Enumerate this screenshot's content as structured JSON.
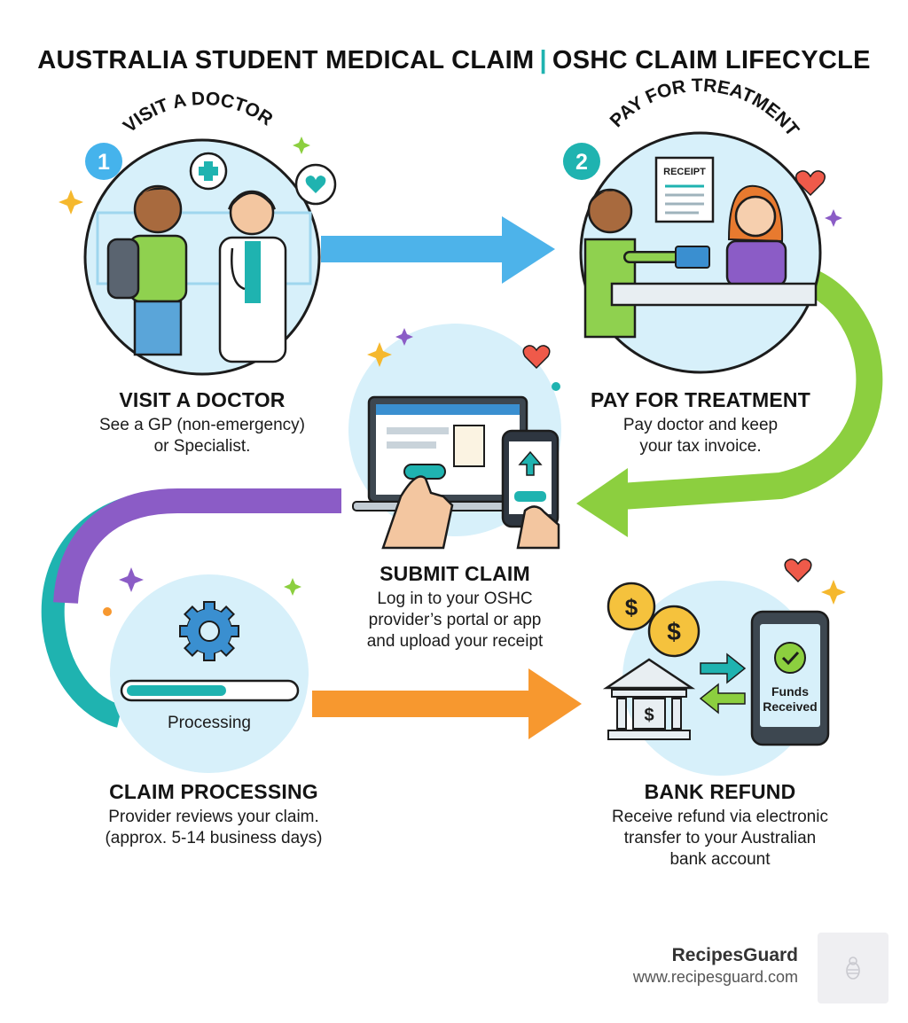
{
  "title": {
    "left": "AUSTRALIA STUDENT MEDICAL CLAIM",
    "separator": "|",
    "right": "OSHC CLAIM LIFECYCLE"
  },
  "steps": [
    {
      "number": "1",
      "arc_label": "VISIT A DOCTOR",
      "title": "VISIT A DOCTOR",
      "desc_lines": [
        "See a GP (non-emergency)",
        "or Specialist."
      ]
    },
    {
      "number": "2",
      "arc_label": "PAY FOR TREATMENT",
      "title": "PAY FOR TREATMENT",
      "desc_lines": [
        "Pay doctor and keep",
        "your tax invoice."
      ],
      "receipt_label": "RECEIPT"
    },
    {
      "title": "SUBMIT CLAIM",
      "desc_lines": [
        "Log in to your OSHC",
        "provider’s portal or app",
        "and upload your receipt"
      ]
    },
    {
      "title": "CLAIM PROCESSING",
      "desc_lines": [
        "Provider reviews your claim.",
        "(approx. 5-14 business days)"
      ],
      "progress_label": "Processing",
      "progress": 0.6
    },
    {
      "title": "BANK REFUND",
      "desc_lines": [
        "Receive refund via electronic",
        "transfer to your Australian",
        "bank account"
      ],
      "phone_label_lines": [
        "Funds",
        "Received"
      ]
    }
  ],
  "brand": {
    "name": "RecipesGuard",
    "url": "www.recipesguard.com"
  },
  "colors": {
    "teal": "#1fb3b0",
    "blue_arrow": "#4db3ea",
    "green_arrow": "#8ccf3f",
    "purple_arrow": "#8b5cc6",
    "orange_arrow": "#f7982f",
    "circle_bg": "#d7f0fa"
  }
}
